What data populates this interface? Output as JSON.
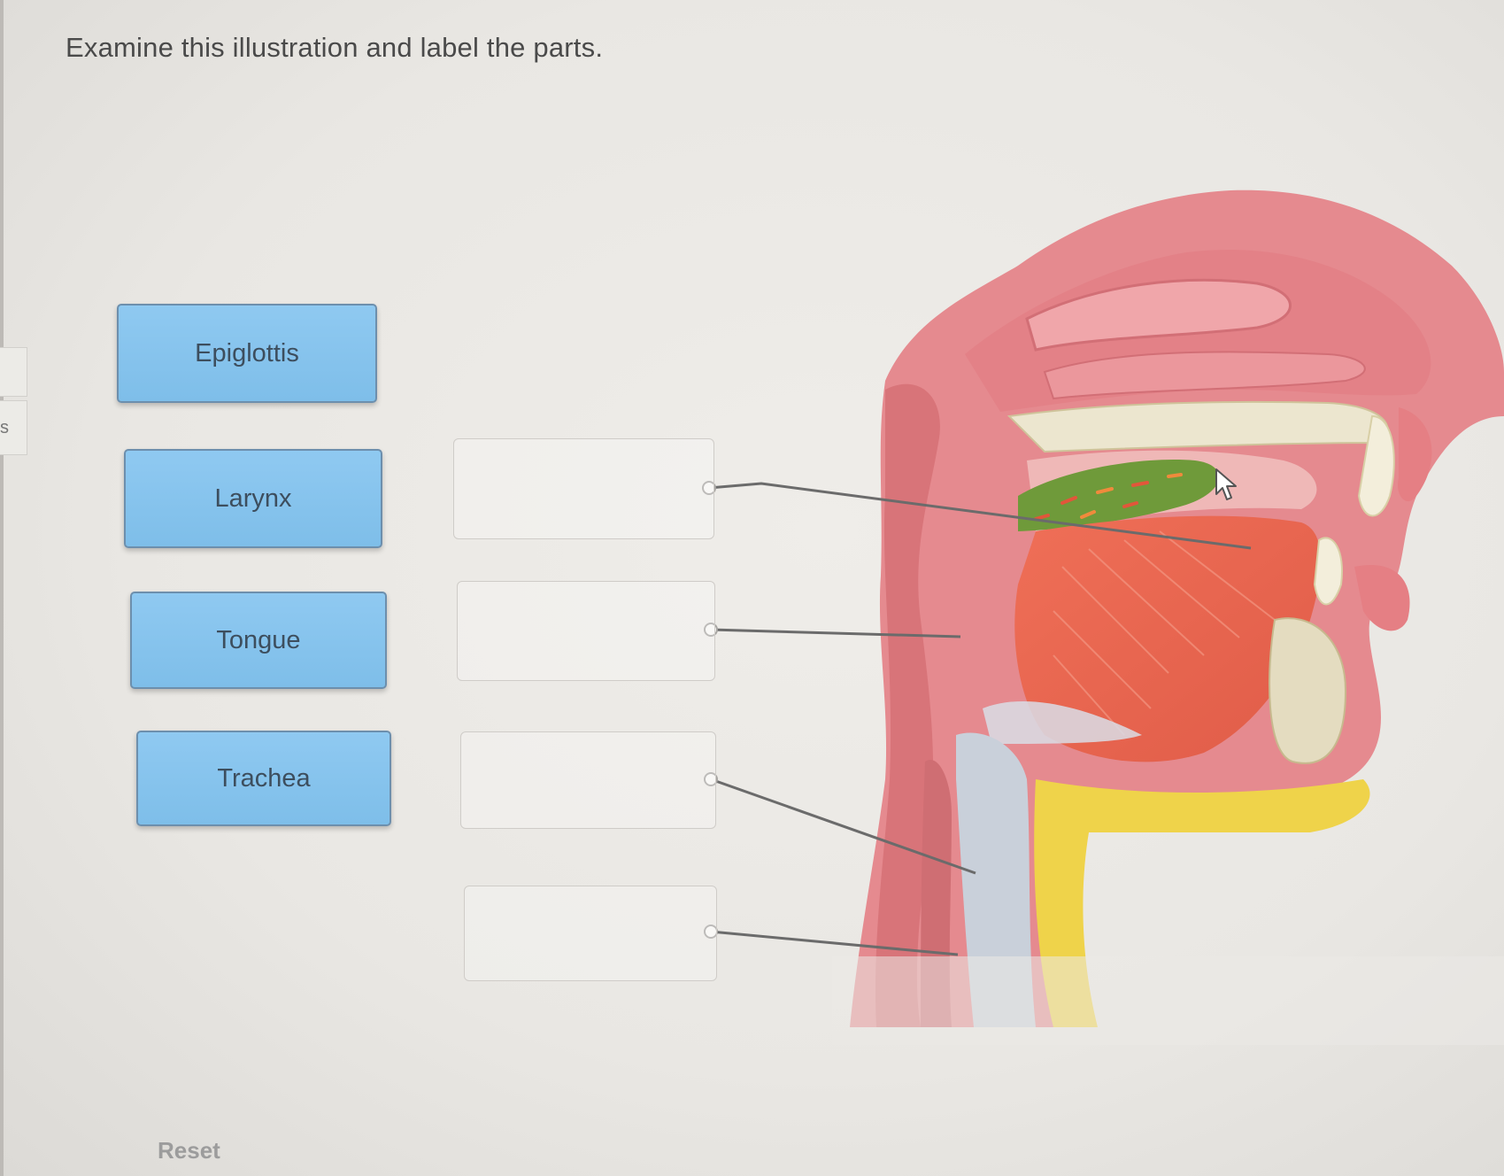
{
  "instruction": "Examine this illustration and label the parts.",
  "left_edge": {
    "letter": "s"
  },
  "labels": [
    {
      "text": "Epiglottis"
    },
    {
      "text": "Larynx"
    },
    {
      "text": "Tongue"
    },
    {
      "text": "Trachea"
    }
  ],
  "drop_zones": [
    {
      "value": ""
    },
    {
      "value": ""
    },
    {
      "value": ""
    },
    {
      "value": ""
    }
  ],
  "reset_label": "Reset",
  "colors": {
    "chip_fill": "#86c3ee",
    "chip_border": "#6d8fad",
    "background": "#ebe9e5",
    "tissue_pink": "#e98f93",
    "muscle_red": "#e8644e",
    "fat_yellow": "#efd34a",
    "bone": "#e8e2cc"
  }
}
